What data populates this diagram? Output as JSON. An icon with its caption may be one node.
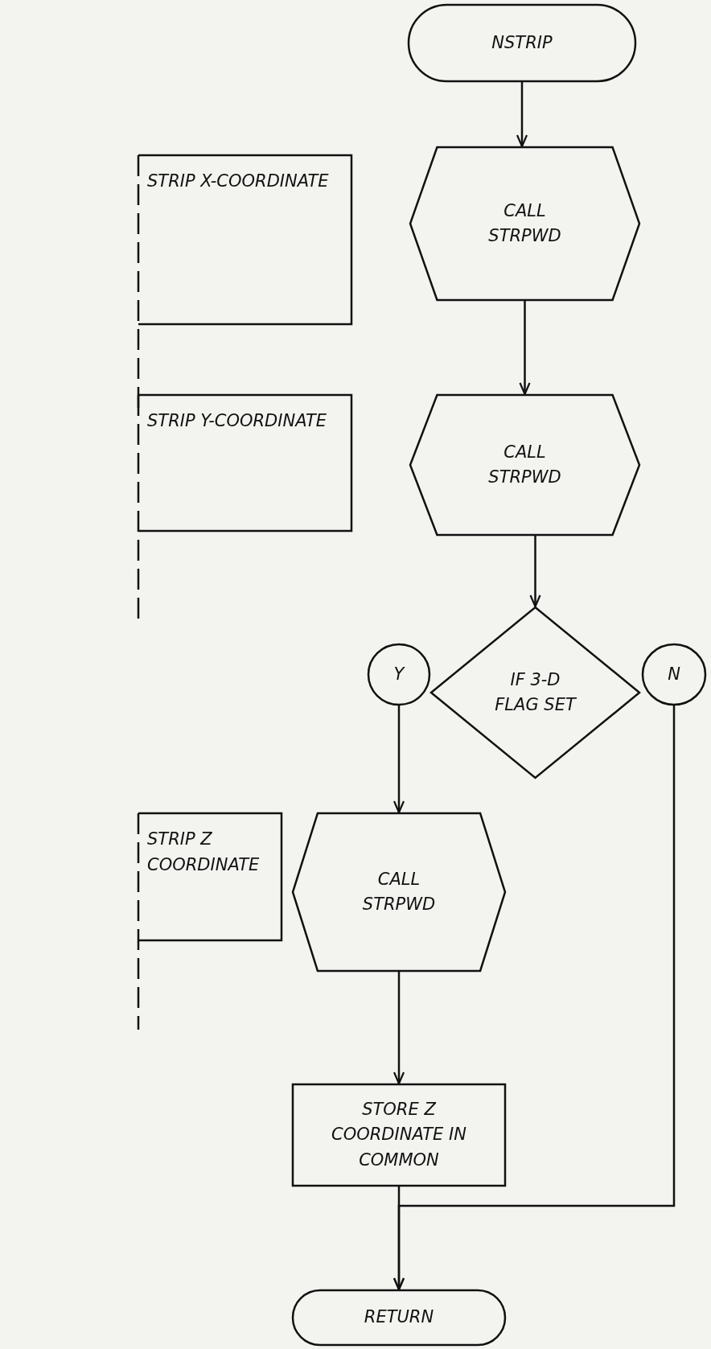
{
  "diagram": {
    "nodes": [
      {
        "text": [
          "NSTRIP"
        ]
      },
      {
        "text": [
          "STRIP X-COORDINATE"
        ]
      },
      {
        "text": [
          "CALL STRPWD"
        ]
      },
      {
        "text": [
          "STRIP Y-COORDINATE"
        ]
      },
      {
        "text": [
          "CALL STRPWD"
        ]
      },
      {
        "text": [
          "Y"
        ]
      },
      {
        "text": [
          "IF 3-D FLAG SET"
        ]
      },
      {
        "text": [
          "N"
        ]
      },
      {
        "text": [
          "STRIP Z COORDINATE"
        ]
      },
      {
        "text": [
          "CALL STRPWD"
        ]
      },
      {
        "text": [
          "STORE Z COORDINATE IN COMMON"
        ]
      },
      {
        "text": [
          "RETURN"
        ]
      }
    ],
    "edges": [
      {
        "from": 0,
        "to": 2,
        "arrow": "to"
      },
      {
        "from": 2,
        "to": 4,
        "arrow": "to"
      },
      {
        "from": 4,
        "to": 6,
        "arrow": "to"
      },
      {
        "from": 5,
        "to": 9,
        "arrow": "to"
      },
      {
        "from": 9,
        "to": 10,
        "arrow": "to"
      },
      {
        "from": 10,
        "to": 11,
        "arrow": "to"
      },
      {
        "from": 7,
        "to": 11,
        "arrow": "to"
      }
    ]
  }
}
